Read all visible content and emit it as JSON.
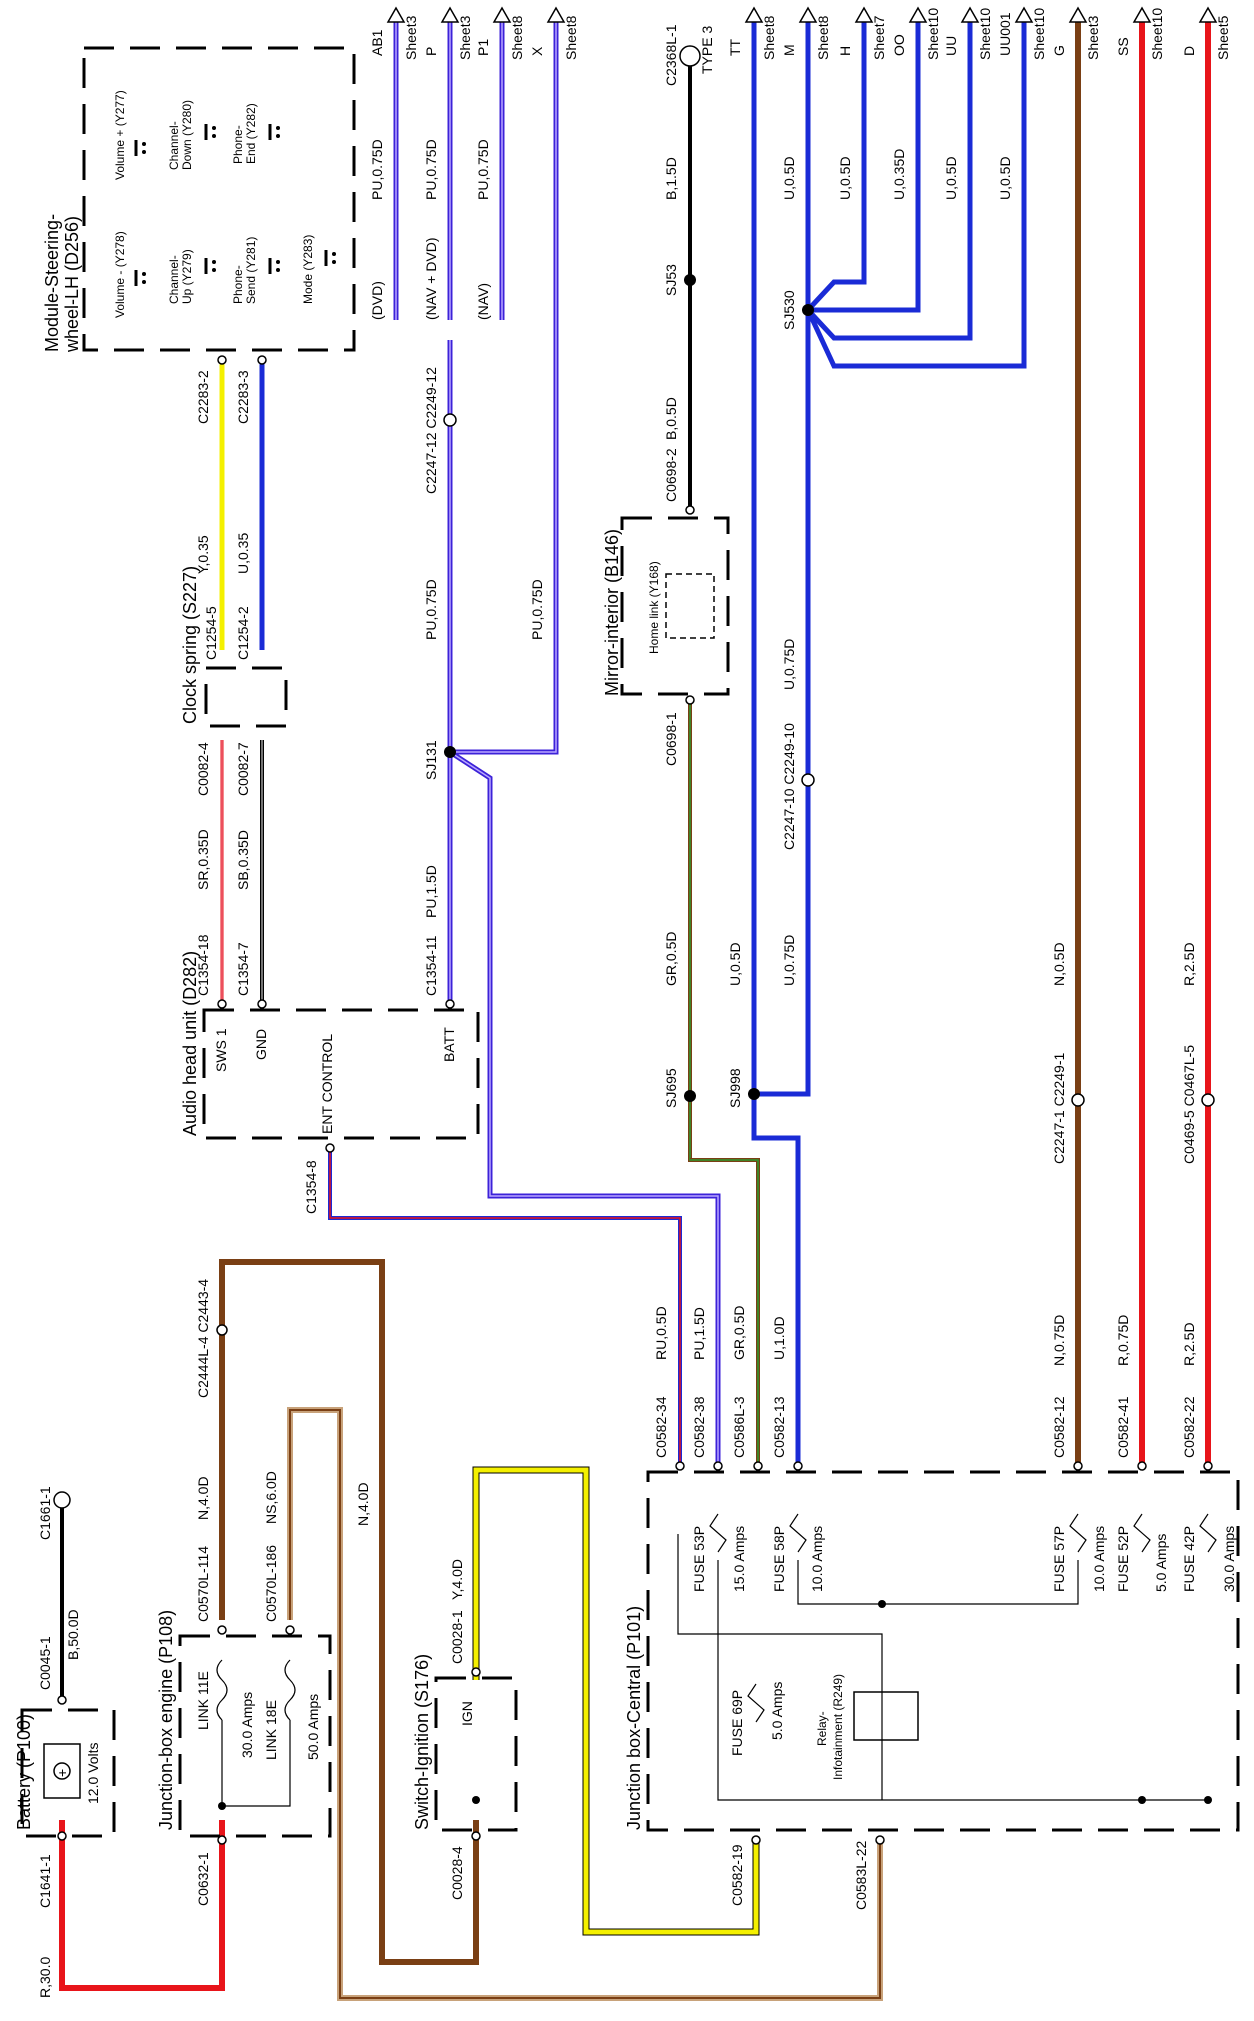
{
  "colors": {
    "red": "#e8141a",
    "blue": "#1a2bd6",
    "purple": "#3c22d8",
    "purple_light": "#b9a8ff",
    "brown": "#7a3f14",
    "yellow": "#f4f000",
    "black": "#000000",
    "tan": "#c8a27a",
    "gray": "#6e6e6e",
    "green": "#2e9a2e",
    "pink": "#f08aa0"
  },
  "titles": {
    "battery": "Battery (P100)",
    "jb_engine": "Junction-box engine (P108)",
    "switch_ign": "Switch-Ignition (S176)",
    "jb_central": "Junction box-Central (P101)",
    "audio": "Audio head unit (D282)",
    "clock": "Clock spring (S227)",
    "steering_1": "Module-Steering-",
    "steering_2": "wheel-LH (D256)",
    "mirror": "Mirror-interior (B146)"
  },
  "battery": {
    "volts": "12.0 Volts",
    "plus": "+",
    "c1661": "C1661-1",
    "c0045": "C0045-1",
    "wire": "B,50.0D",
    "c1641": "C1641-1",
    "r30": "R,30.0"
  },
  "jb_engine": {
    "c0632": "C0632-1",
    "link11": "LINK 11E",
    "amp11": "30.0 Amps",
    "link18": "LINK 18E",
    "amp18": "50.0 Amps",
    "c0570_114": "C0570L-114",
    "w114": "N,4.0D",
    "c0570_186": "C0570L-186",
    "w186": "NS,6.0D",
    "c2444": "C2444L-4 C2443-4",
    "n40": "N,4.0D"
  },
  "switch_ign": {
    "c0028_4": "C0028-4",
    "ign": "IGN",
    "c0028_1": "C0028-1",
    "y40": "Y,4.0D"
  },
  "jb_central": {
    "fuse53": "FUSE 53P",
    "amp53": "15.0 Amps",
    "fuse58": "FUSE 58P",
    "amp58": "10.0 Amps",
    "fuse69": "FUSE 69P",
    "amp69": "5.0 Amps",
    "fuse57": "FUSE 57P",
    "amp57": "10.0 Amps",
    "fuse52": "FUSE 52P",
    "amp52": "5.0 Amps",
    "fuse42": "FUSE 42P",
    "amp42": "30.0 Amps",
    "relay_1": "Relay-",
    "relay_2": "Infotainment (R249)",
    "c0582_19": "C0582-19",
    "c0583": "C0583L-22"
  },
  "bottom_pins": [
    {
      "pin": "C0582-34",
      "wire": "RU,0.5D"
    },
    {
      "pin": "C0582-38",
      "wire": "PU,1.5D"
    },
    {
      "pin": "C0586L-3",
      "wire": "GR,0.5D"
    },
    {
      "pin": "C0582-13",
      "wire": "U,1.0D"
    },
    {
      "pin": "C0582-12",
      "wire": "N,0.75D"
    },
    {
      "pin": "C0582-41",
      "wire": "R,0.75D"
    },
    {
      "pin": "C0582-22",
      "wire": "R,2.5D"
    }
  ],
  "audio": {
    "sws1": "SWS 1",
    "gnd": "GND",
    "ent": "ENT CONTROL",
    "batt": "BATT",
    "c1354_8": "C1354-8",
    "c1354_18": "C1354-18",
    "sr035": "SR,0.35D",
    "c1354_7": "C1354-7",
    "sb035": "SB,0.35D",
    "c1354_11": "C1354-11",
    "pu15": "PU,1.5D"
  },
  "clock": {
    "c0082_4": "C0082-4",
    "c0082_7": "C0082-7",
    "c1254_5": "C1254-5",
    "y035": "Y,0.35",
    "c1254_2": "C1254-2",
    "u035": "U,0.35",
    "c2283_2": "C2283-2",
    "c2283_3": "C2283-3"
  },
  "steering": {
    "vol_up": "Volume + (Y277)",
    "vol_dn": "Volume - (Y278)",
    "ch_dn": "Channel-\nDown (Y280)",
    "ch_up": "Channel-\nUp (Y279)",
    "ph_end": "Phone-\nEnd (Y282)",
    "ph_send": "Phone-\nSend (Y281)",
    "mode": "Mode (Y283)"
  },
  "purple_group": {
    "dvd": "(DVD)",
    "navdvd": "(NAV + DVD)",
    "nav": "(NAV)",
    "pu075a": "PU,0.75D",
    "pu075b": "PU,0.75D",
    "pu075c": "PU,0.75D",
    "c2247": "C2247-12 C2249-12",
    "pu075_lower": "PU,0.75D",
    "pu075_right": "PU,0.75D",
    "sj131": "SJ131"
  },
  "mirror": {
    "homelink": "Home link (Y168)",
    "c0698_1": "C0698-1",
    "c0698_2": "C0698-2",
    "b05": "B,0.5D",
    "sj53": "SJ53",
    "b15": "B,1.5D",
    "c2368": "C2368L-1",
    "type3": "TYPE 3"
  },
  "mid": {
    "gr05": "GR,0.5D",
    "u05": "U,0.5D",
    "u075": "U,0.75D",
    "sj695": "SJ695",
    "sj998": "SJ998",
    "c2247_10": "C2247-10 C2249-10",
    "u075b": "U,0.75D",
    "sj530": "SJ530",
    "n05": "N,0.5D",
    "c2247_1": "C2247-1 C2249-1",
    "r25": "R,2.5D",
    "c0469": "C0469-5 C0467L-5"
  },
  "top_refs": [
    {
      "code": "AB1",
      "sheet": "Sheet3"
    },
    {
      "code": "P",
      "sheet": "Sheet3"
    },
    {
      "code": "P1",
      "sheet": "Sheet8"
    },
    {
      "code": "X",
      "sheet": "Sheet8"
    },
    {
      "code": "TT",
      "sheet": "Sheet8"
    },
    {
      "code": "M",
      "sheet": "Sheet8"
    },
    {
      "code": "H",
      "sheet": "Sheet7"
    },
    {
      "code": "OO",
      "sheet": "Sheet10"
    },
    {
      "code": "UU",
      "sheet": "Sheet10"
    },
    {
      "code": "UU001",
      "sheet": "Sheet10"
    },
    {
      "code": "G",
      "sheet": "Sheet3"
    },
    {
      "code": "SS",
      "sheet": "Sheet10"
    },
    {
      "code": "D",
      "sheet": "Sheet5"
    }
  ],
  "top_wires": {
    "u05a": "U,0.5D",
    "u05b": "U,0.5D",
    "u035": "U,0.35D",
    "u05c": "U,0.5D",
    "u05d": "U,0.5D"
  }
}
